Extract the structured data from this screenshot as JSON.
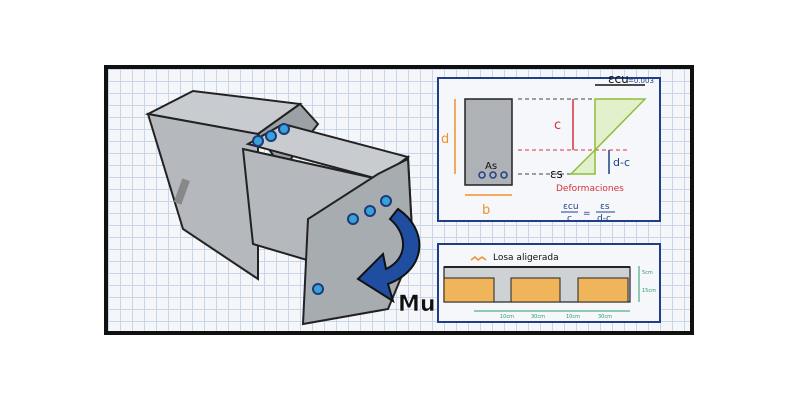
{
  "beam": {
    "moment_label": "Mu"
  },
  "strain_panel": {
    "eps_cu_label": "εcu",
    "eps_cu_value": "=0.003",
    "d_label": "d",
    "b_label": "b",
    "as_label": "As",
    "c_label": "c",
    "d_minus_c_label": "d-c",
    "eps_s_label": "εs",
    "caption": "Deformaciones",
    "eq_left_num": "εcu",
    "eq_left_den": "c",
    "eq_equals": "=",
    "eq_right_num": "εs",
    "eq_right_den": "d-c"
  },
  "slab_panel": {
    "title": "Losa aligerada",
    "dim_top": "5cm",
    "dim_side": "15cm",
    "dims_bottom": [
      "10cm",
      "30cm",
      "10cm",
      "30cm"
    ]
  },
  "colors": {
    "panel_border": "#1f3f86",
    "orange": "#f0902a",
    "red": "#d8303a",
    "green": "#8cbf3a",
    "navy": "#1f3f86",
    "dim_green": "#2a9a6a"
  }
}
